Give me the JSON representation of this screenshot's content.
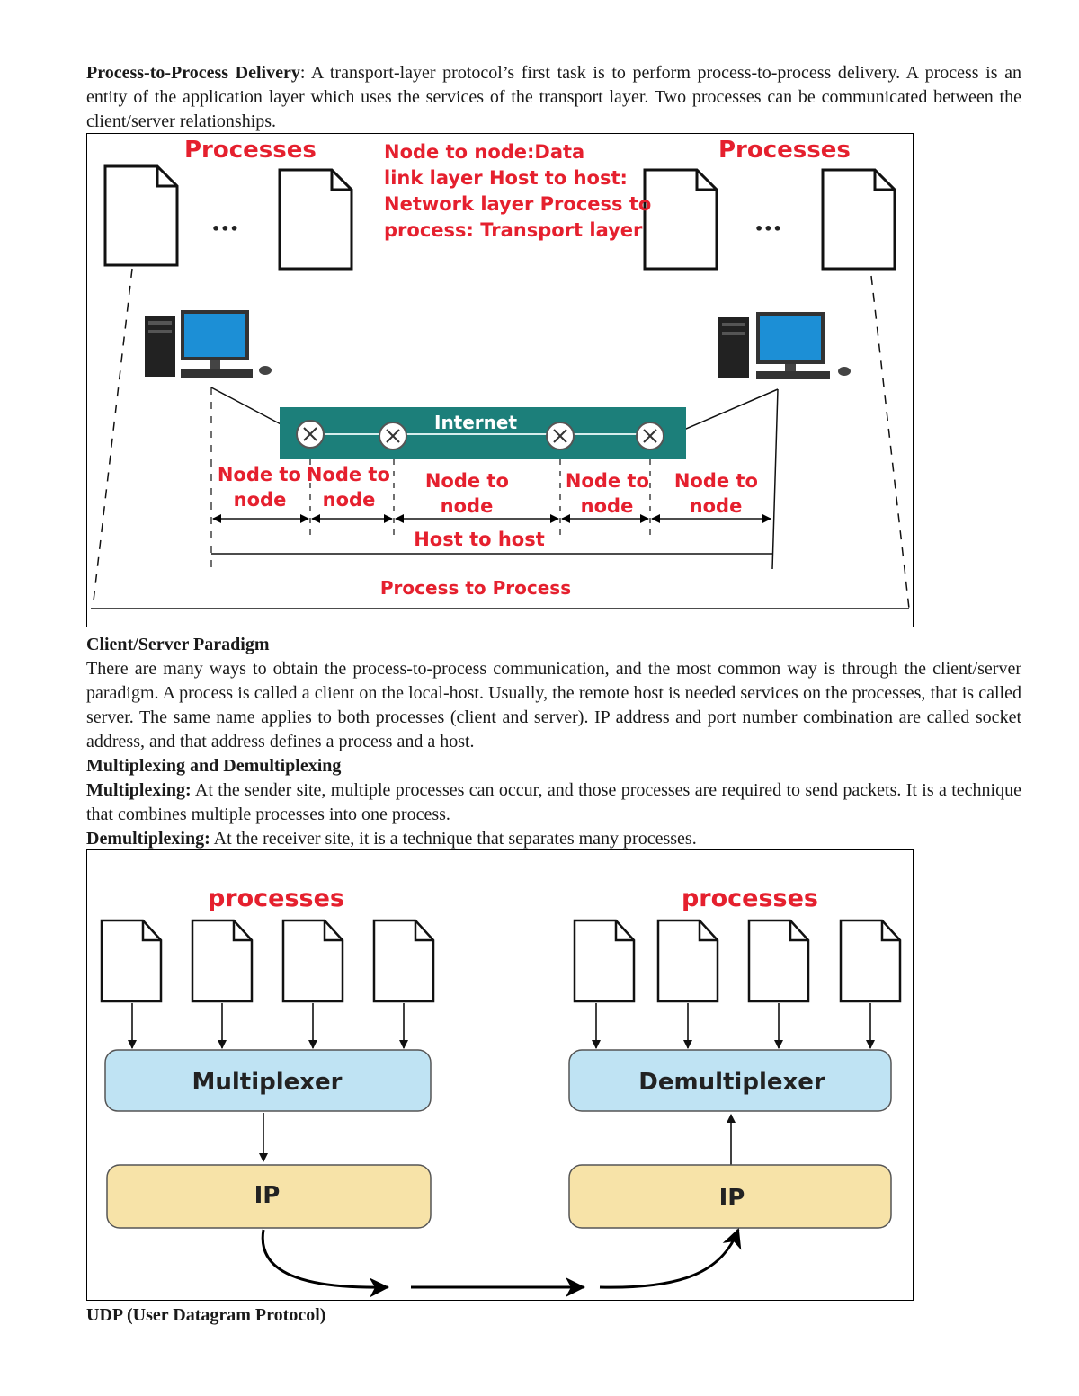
{
  "intro": {
    "term": "Process-to-Process Delivery",
    "text": ": A transport-layer protocol’s first task is to perform process-to-process delivery. A process is an entity of the application layer which uses the services of the transport layer. Two processes can be communicated between the client/server relationships."
  },
  "figure1": {
    "processes_left": "Processes",
    "processes_right": "Processes",
    "ellipsis": "•••",
    "legend_lines": [
      "Node to node:Data",
      "link layer Host to host:",
      "Network layer Process to",
      "process: Transport layer"
    ],
    "internet_label": "Internet",
    "node_labels": [
      [
        "Node to",
        "node"
      ],
      [
        "Node to",
        "node"
      ],
      [
        "Node to",
        "node"
      ],
      [
        "Node to",
        "node"
      ],
      [
        "Node to",
        "node"
      ]
    ],
    "host_to_host": "Host to host",
    "process_to_process": "Process to Process",
    "colors": {
      "red": "#e5202e",
      "internet": "#1c7f7a"
    }
  },
  "client_server": {
    "heading": "Client/Server Paradigm",
    "text": "There are many ways to obtain the process-to-process communication, and the most common way is through the client/server paradigm. A process is called a client on the local-host. Usually, the remote host is needed services on the processes, that is called server. The same name applies to both processes (client and server). IP address and port number combination are called socket address, and that address defines a process and a host."
  },
  "mux": {
    "heading": "Multiplexing and Demultiplexing",
    "multiplexing_term": "Multiplexing:",
    "multiplexing_text": " At the sender site, multiple processes can occur, and those processes are required to send packets. It is a technique that combines multiple processes into one process.",
    "demultiplexing_term": "Demultiplexing:",
    "demultiplexing_text": " At the receiver site, it is a technique that separates many processes."
  },
  "figure2": {
    "processes_left": "processes",
    "processes_right": "processes",
    "multiplexer": "Multiplexer",
    "demultiplexer": "Demultiplexer",
    "ip_left": "IP",
    "ip_right": "IP",
    "colors": {
      "mux_box": "#bfe3f3",
      "ip_box": "#f7e3a8"
    }
  },
  "udp": {
    "heading": "UDP (User Datagram Protocol)"
  }
}
